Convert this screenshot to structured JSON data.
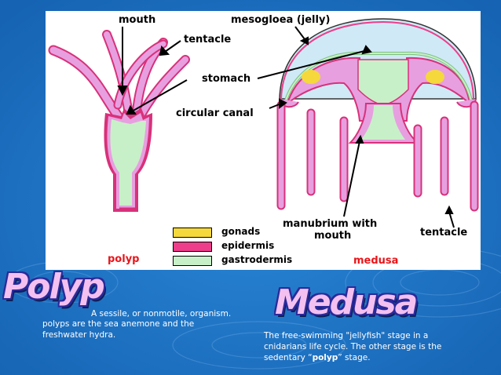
{
  "diagram": {
    "labels": {
      "mouth": "mouth",
      "tentacle_top": "tentacle",
      "stomach": "stomach",
      "circular_canal": "circular canal",
      "mesogloea": "mesogloea (jelly)",
      "manubrium_line1": "manubrium with",
      "manubrium_line2": "mouth",
      "tentacle_right": "tentacle",
      "polyp": "polyp",
      "medusa": "medusa"
    },
    "legend": [
      {
        "label": "gonads",
        "color": "#f5d83c"
      },
      {
        "label": "epidermis",
        "color": "#ee3d8a"
      },
      {
        "label": "gastrodermis",
        "color": "#c8f0c8"
      }
    ],
    "colors": {
      "tentacle_fill": "#e79fe0",
      "epidermis": "#d8317a",
      "mesogloea": "#cfe9f7",
      "gastrodermis": "#c8f0c8"
    }
  },
  "slide": {
    "polyp_title": "Polyp",
    "medusa_title": "Medusa",
    "polyp_caption_line1": "A sessile, or nonmotile, organism.",
    "polyp_caption_line2": "polyps are the sea anemone and the",
    "polyp_caption_line3": "freshwater hydra.",
    "medusa_caption_line1": "The free-swimming \"jellyfish\" stage in a",
    "medusa_caption_line2": "cnidarians life cycle. The other stage is the",
    "medusa_caption_line3_pre": "sedentary “",
    "medusa_caption_line3_bold": "polyp",
    "medusa_caption_line3_post": "” stage."
  }
}
